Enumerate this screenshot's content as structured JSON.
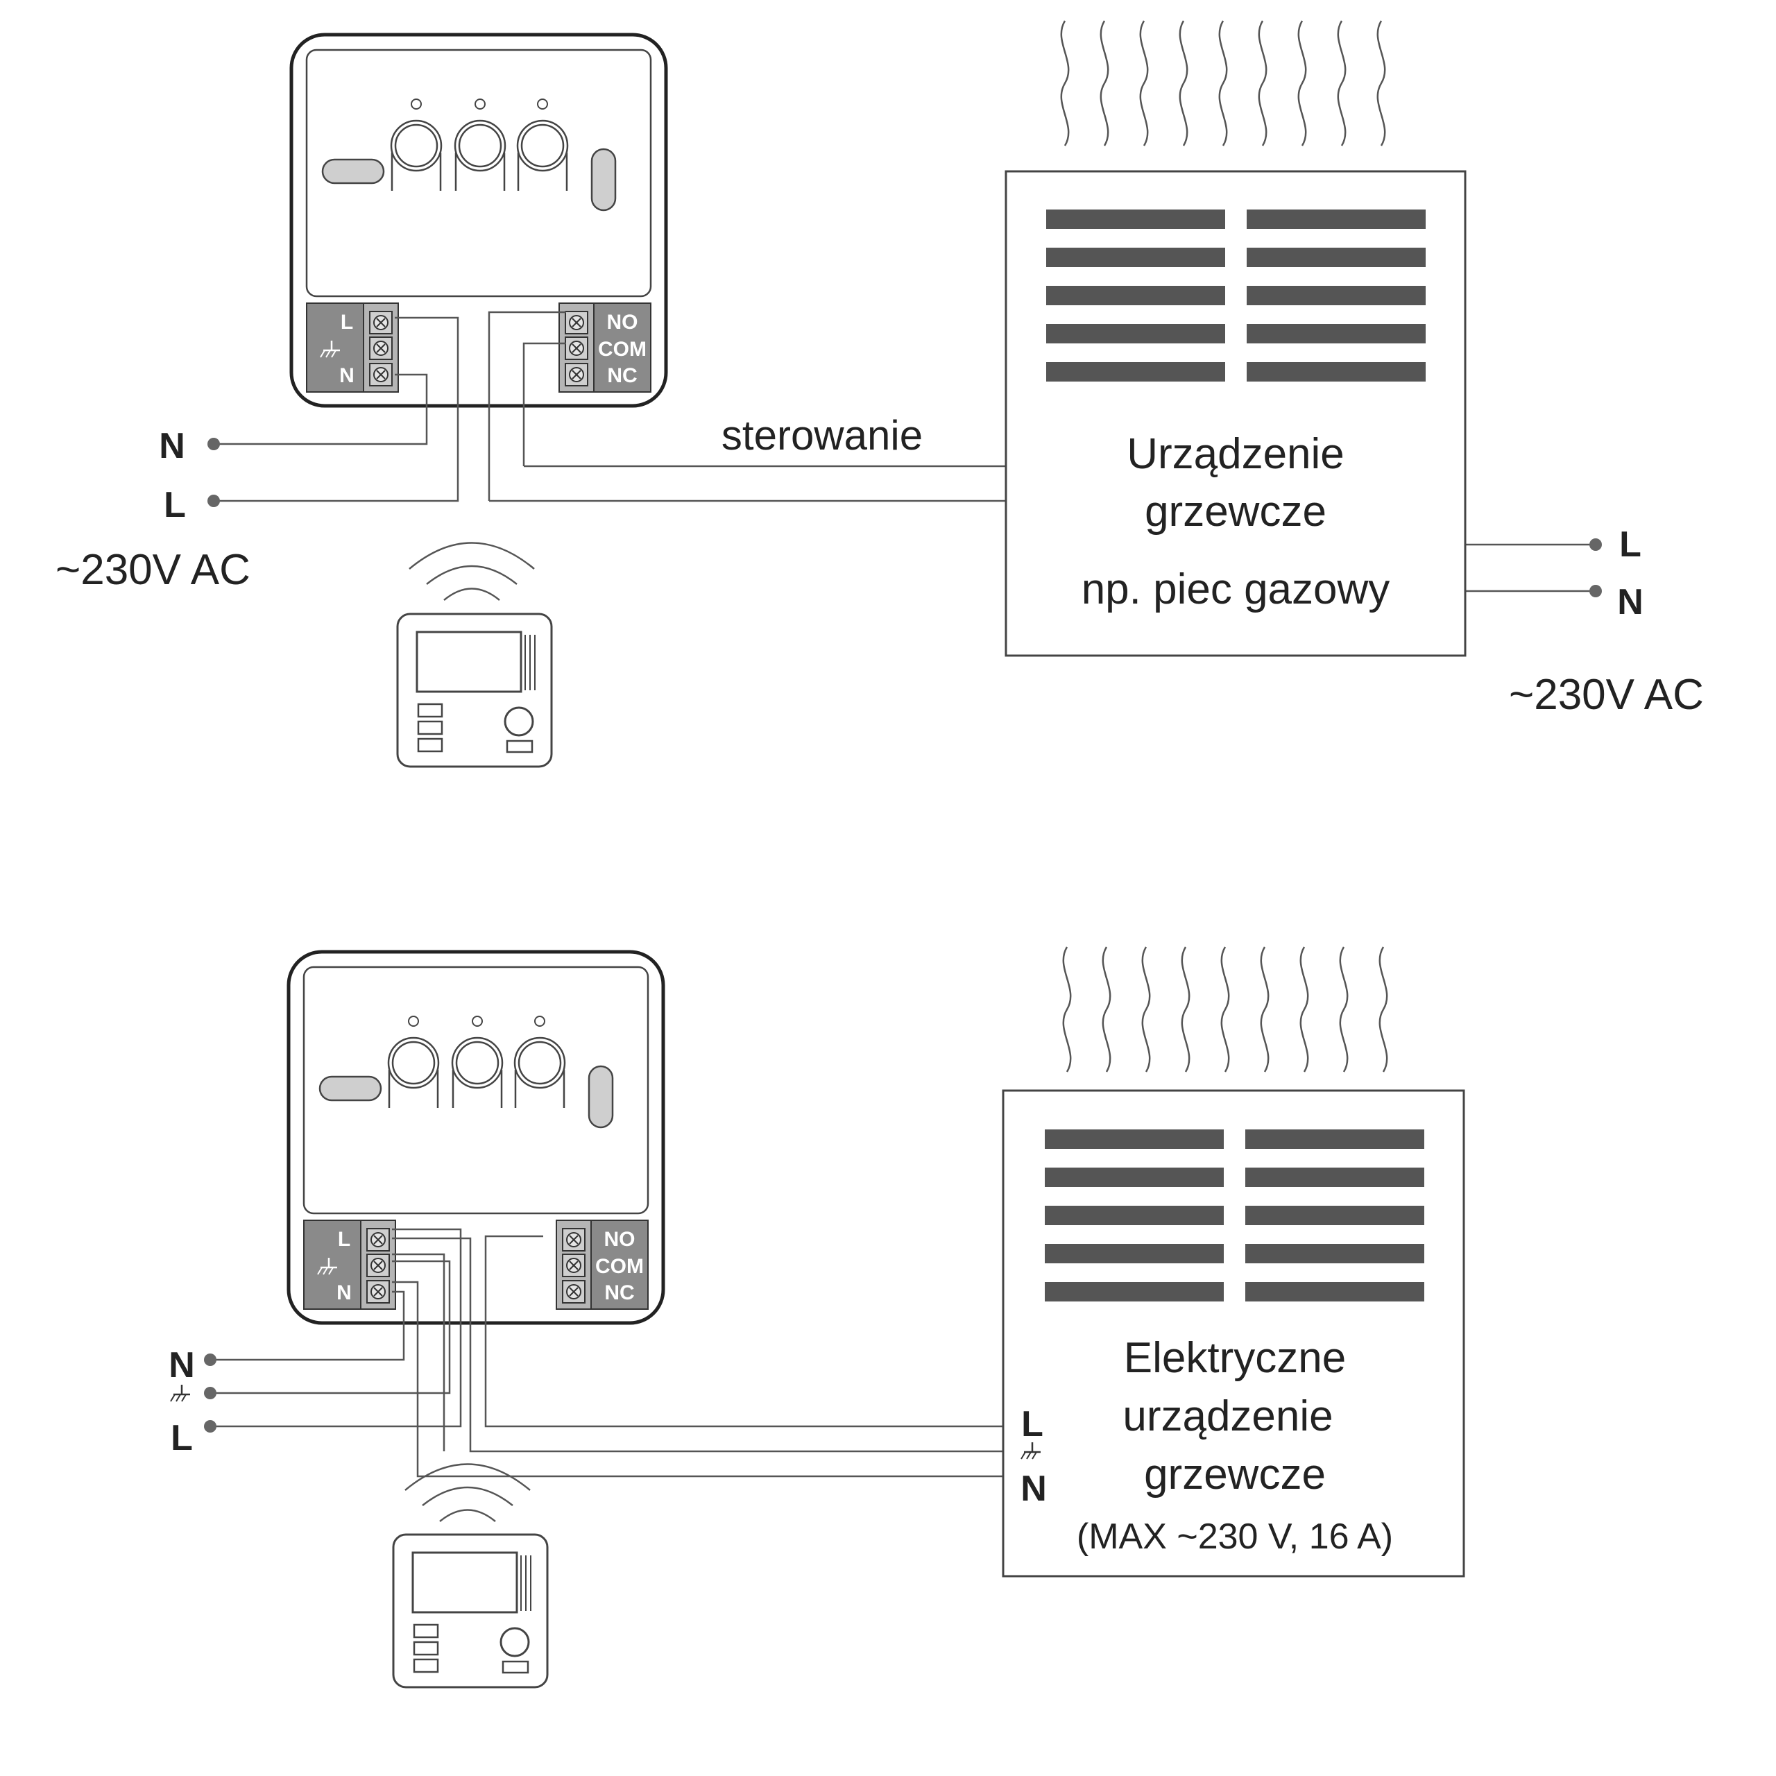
{
  "diagram1": {
    "relay": {
      "left_terminals": [
        "L",
        "N"
      ],
      "right_terminals": [
        "NO",
        "COM",
        "NC"
      ]
    },
    "supply_left": {
      "n_label": "N",
      "l_label": "L",
      "voltage": "~230V AC"
    },
    "control_label": "sterowanie",
    "heater": {
      "line1": "Urządzenie",
      "line2": "grzewcze",
      "line3": "np. piec gazowy"
    },
    "supply_right": {
      "l_label": "L",
      "n_label": "N",
      "voltage": "~230V AC"
    }
  },
  "diagram2": {
    "relay": {
      "left_terminals": [
        "L",
        "N"
      ],
      "right_terminals": [
        "NO",
        "COM",
        "NC"
      ]
    },
    "supply_left": {
      "n_label": "N",
      "l_label": "L"
    },
    "heater_inputs": {
      "l_label": "L",
      "n_label": "N"
    },
    "heater": {
      "line1": "Elektryczne",
      "line2": "urządzenie",
      "line3": "grzewcze",
      "line4": "(MAX ~230 V, 16 A)"
    }
  },
  "colors": {
    "wire": "#555555",
    "terminal_block": "#8a8a8a",
    "grille": "#555555",
    "outline": "#333333"
  }
}
